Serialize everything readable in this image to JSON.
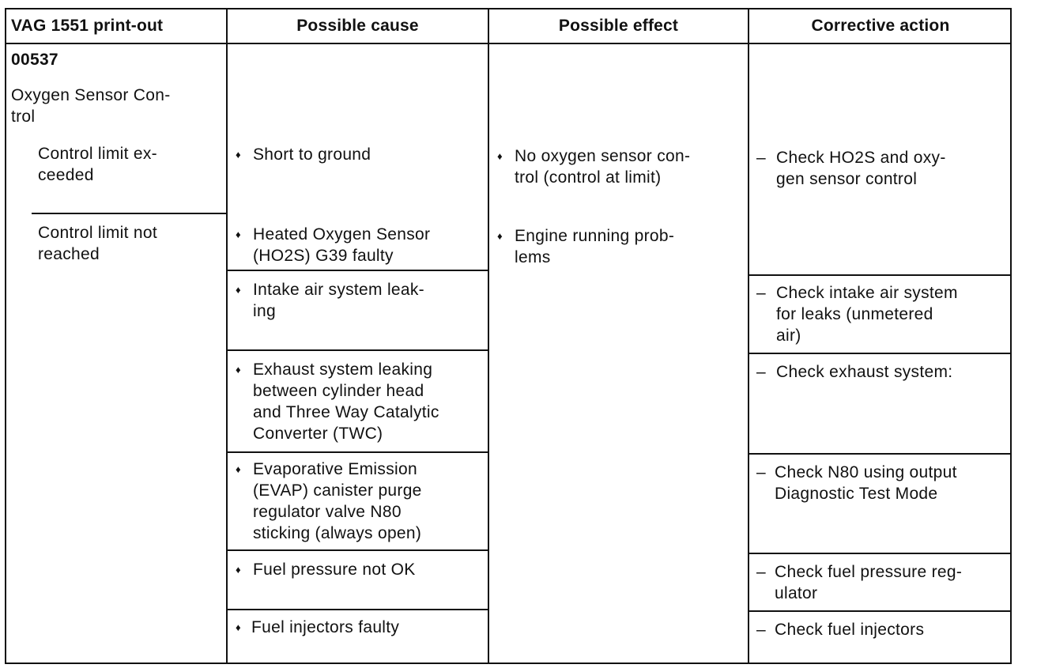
{
  "table": {
    "headers": {
      "printout": "VAG 1551 print-out",
      "cause": "Possible cause",
      "effect": "Possible effect",
      "action": "Corrective action"
    },
    "printout": {
      "code": "00537",
      "title": [
        "Oxygen Sensor Con-",
        "trol"
      ],
      "sub1": [
        "Control limit ex-",
        "ceeded"
      ],
      "sub2": [
        "Control limit not",
        "reached"
      ]
    },
    "bullet_symbol": "♦",
    "dash_symbol": "–",
    "causes": [
      [
        "Short to ground"
      ],
      [
        "Heated Oxygen Sensor",
        "(HO2S) G39 faulty"
      ],
      [
        "Intake air system leak-",
        "ing"
      ],
      [
        "Exhaust system leaking",
        "between cylinder head",
        "and Three Way Catalytic",
        "Converter (TWC)"
      ],
      [
        "Evaporative Emission",
        "(EVAP) canister purge",
        "regulator valve N80",
        "sticking (always open)"
      ],
      [
        "Fuel pressure not OK"
      ],
      [
        "Fuel injectors faulty"
      ]
    ],
    "effects": [
      [
        "No oxygen sensor con-",
        "trol (control at limit)"
      ],
      [
        "Engine running prob-",
        "lems"
      ]
    ],
    "actions": [
      [
        "Check HO2S and oxy-",
        "gen sensor control"
      ],
      [
        "Check intake air system",
        "for leaks (unmetered",
        "air)"
      ],
      [
        "Check exhaust system:"
      ],
      [
        "Check N80 using output",
        "Diagnostic Test Mode"
      ],
      [
        "Check fuel pressure reg-",
        "ulator"
      ],
      [
        "Check fuel injectors"
      ]
    ]
  }
}
